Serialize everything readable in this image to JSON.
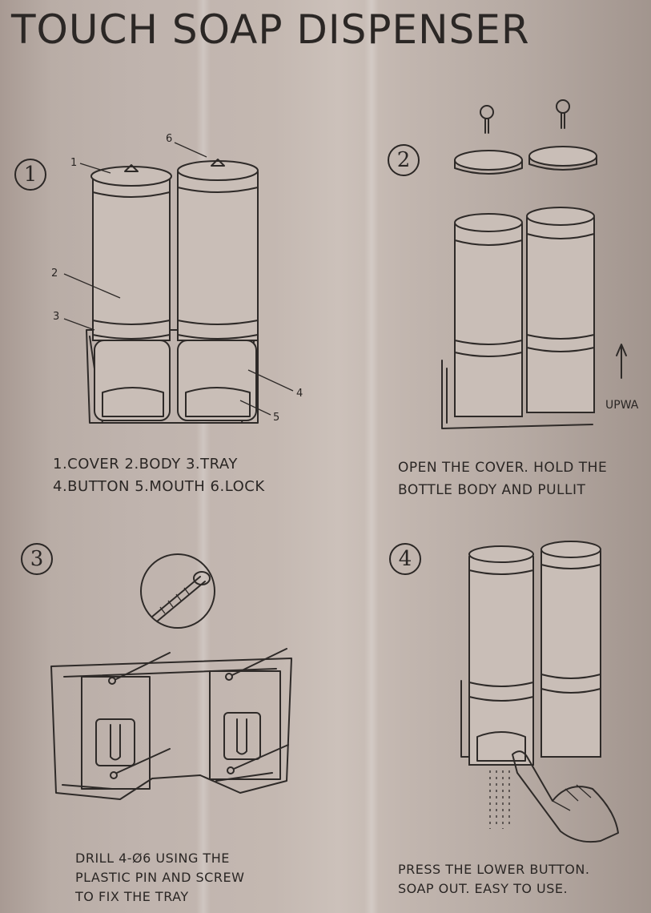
{
  "title": "TOUCH SOAP DISPENSER",
  "steps": [
    {
      "number": "1",
      "caption_line1": "1.COVER  2.BODY  3.TRAY",
      "caption_line2": "4.BUTTON  5.MOUTH  6.LOCK"
    },
    {
      "number": "2",
      "caption_line1": "OPEN THE COVER. HOLD THE",
      "caption_line2": "BOTTLE BODY AND PULLIT",
      "side_label": "UPWA"
    },
    {
      "number": "3",
      "caption_line1": "DRILL 4-Ø6 USING THE",
      "caption_line2": "PLASTIC PIN AND SCREW",
      "caption_line3": "TO FIX THE TRAY"
    },
    {
      "number": "4",
      "caption_line1": "PRESS THE LOWER BUTTON.",
      "caption_line2": "SOAP OUT. EASY TO USE."
    }
  ],
  "part_callouts": [
    "1",
    "2",
    "3",
    "4",
    "5",
    "6"
  ]
}
